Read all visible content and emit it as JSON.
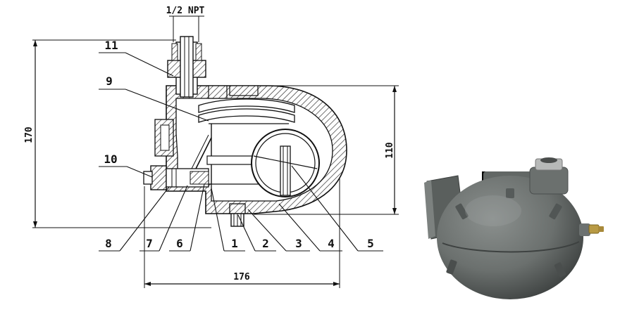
{
  "drawing": {
    "thread_label": "1/2 NPT",
    "dimensions": {
      "height_overall": "170",
      "height_body": "110",
      "width_overall": "176"
    },
    "part_numbers": [
      "1",
      "2",
      "3",
      "4",
      "5",
      "6",
      "7",
      "8",
      "9",
      "10",
      "11"
    ]
  },
  "photo": {
    "body_color": "#6f7472"
  }
}
